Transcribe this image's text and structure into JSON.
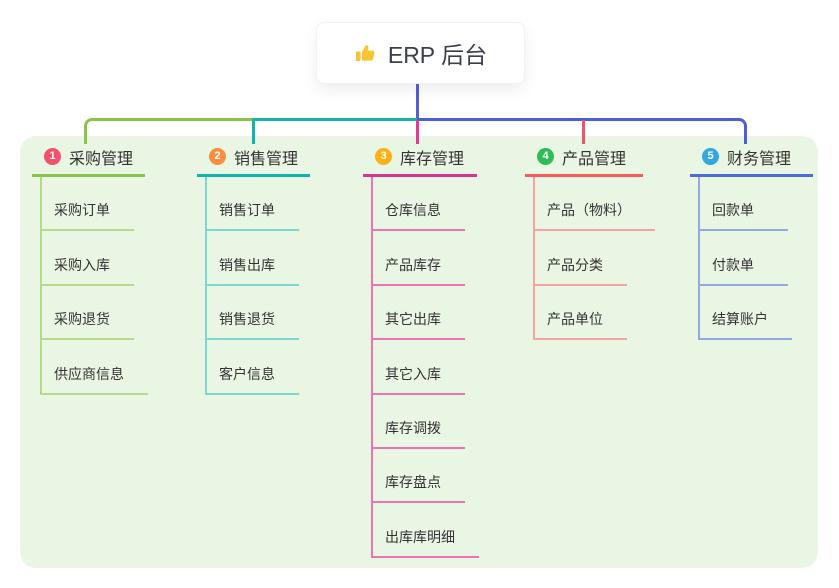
{
  "root": {
    "label": "ERP 后台",
    "icon": "thumbs-up-icon",
    "icon_color": "#f7c531",
    "stem_color": "#565fd1"
  },
  "panel": {
    "background": "#eaf6e4"
  },
  "branches": [
    {
      "badge": "1",
      "label": "采购管理",
      "colors": {
        "badge": "#f4516c",
        "header_line": "#8bc34a",
        "child_line": "#b5db8a",
        "connector": "#8bc34a"
      },
      "children": [
        "采购订单",
        "采购入库",
        "采购退货",
        "供应商信息"
      ]
    },
    {
      "badge": "2",
      "label": "销售管理",
      "colors": {
        "badge": "#fd8e3f",
        "header_line": "#14b3ab",
        "child_line": "#7fd6cf",
        "connector": "#14b3ab"
      },
      "children": [
        "销售订单",
        "销售出库",
        "销售退货",
        "客户信息"
      ]
    },
    {
      "badge": "3",
      "label": "库存管理",
      "colors": {
        "badge": "#fcb116",
        "header_line": "#d6368f",
        "child_line": "#ef72b2",
        "connector": "#e23a93"
      },
      "children": [
        "仓库信息",
        "产品库存",
        "其它出库",
        "其它入库",
        "库存调拨",
        "库存盘点",
        "出库库明细"
      ]
    },
    {
      "badge": "4",
      "label": "产品管理",
      "colors": {
        "badge": "#2fbd58",
        "header_line": "#fa5a5a",
        "child_line": "#f9a0a0",
        "connector": "#f4516c"
      },
      "children": [
        "产品（物料）",
        "产品分类",
        "产品单位"
      ]
    },
    {
      "badge": "5",
      "label": "财务管理",
      "colors": {
        "badge": "#31a9e0",
        "header_line": "#4a6bd8",
        "child_line": "#94a9e4",
        "connector": "#4a5fd0"
      },
      "children": [
        "回款单",
        "付款单",
        "结算账户"
      ]
    }
  ]
}
